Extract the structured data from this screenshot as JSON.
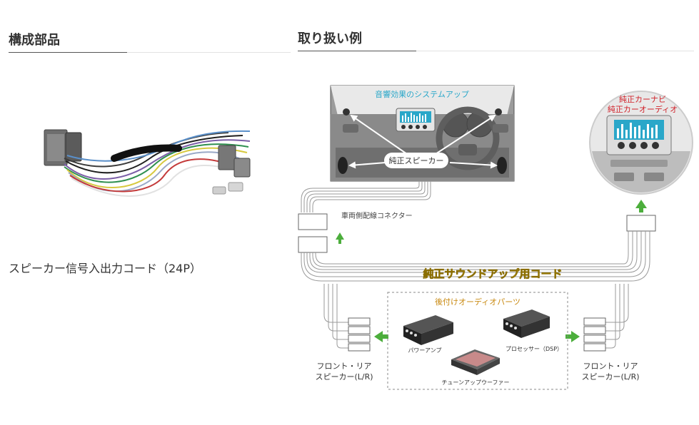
{
  "left": {
    "title": "構成部品",
    "caption": "スピーカー信号入出力コード（24P）"
  },
  "right": {
    "title": "取り扱い例",
    "dash_label": "音響効果のシステムアップ",
    "oem_speaker_label": "純正スピーカー",
    "connector_label": "車両側配線コネクター",
    "oem_unit_line1": "純正カーナビ",
    "oem_unit_line2": "純正カーオーディオ",
    "cable_label": "純正サウンドアップ用コード",
    "aftermarket_title": "後付けオーディオパーツ",
    "amp_label": "パワーアンプ",
    "processor_label": "プロセッサー（DSP）",
    "woofer_label": "チューンアップウーファー",
    "left_out_line1": "フロント・リア",
    "left_out_line2": "スピーカー(L/R)",
    "right_out_line1": "フロント・リア",
    "right_out_line2": "スピーカー(L/R)"
  },
  "colors": {
    "accent_cyan": "#2aa7c9",
    "accent_red": "#d0222a",
    "arrow_green": "#4cae3c",
    "cable_label_yellow": "#f6d23a"
  }
}
